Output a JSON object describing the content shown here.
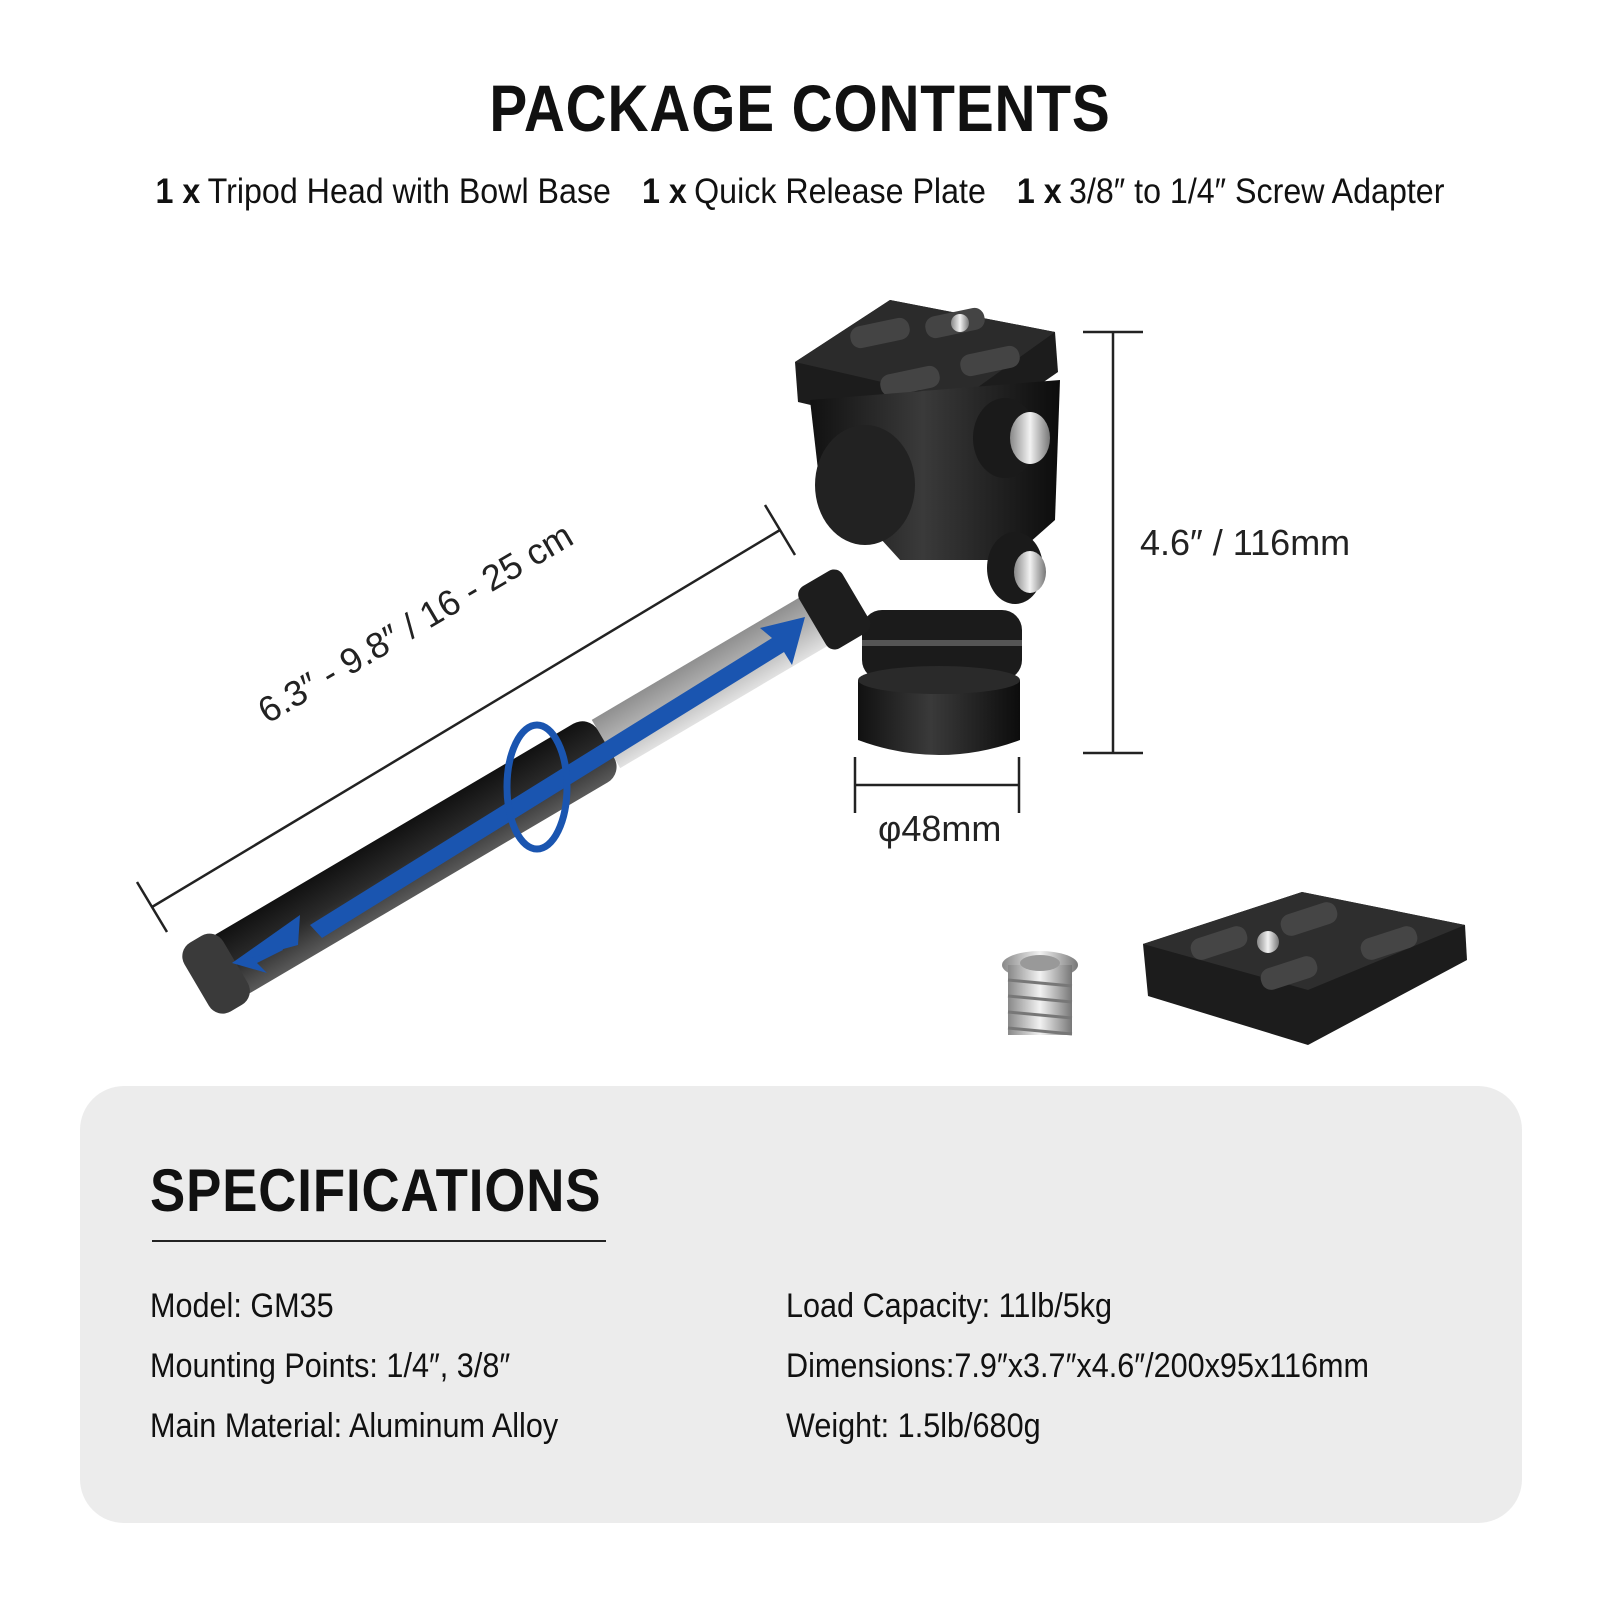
{
  "header": {
    "title": "PACKAGE CONTENTS",
    "items": [
      {
        "qty": "1 x",
        "label": "Tripod Head with Bowl Base"
      },
      {
        "qty": "1 x",
        "label": "Quick Release Plate"
      },
      {
        "qty": "1 x",
        "label": "3/8″ to 1/4″ Screw Adapter"
      }
    ]
  },
  "dimensions": {
    "height": "4.6″ / 116mm",
    "handle_length": "6.3″ - 9.8″ / 16 - 25 cm",
    "base_diameter": "φ48mm"
  },
  "specifications": {
    "title": "SPECIFICATIONS",
    "left": [
      "Model: GM35",
      "Mounting Points: 1/4″, 3/8″",
      "Main Material: Aluminum Alloy"
    ],
    "right": [
      "Load Capacity: 11lb/5kg",
      "Dimensions:7.9″x3.7″x4.6″/200x95x116mm",
      "Weight: 1.5lb/680g"
    ]
  },
  "colors": {
    "accent_arrow": "#1a55b0",
    "panel_bg": "#ececec"
  }
}
